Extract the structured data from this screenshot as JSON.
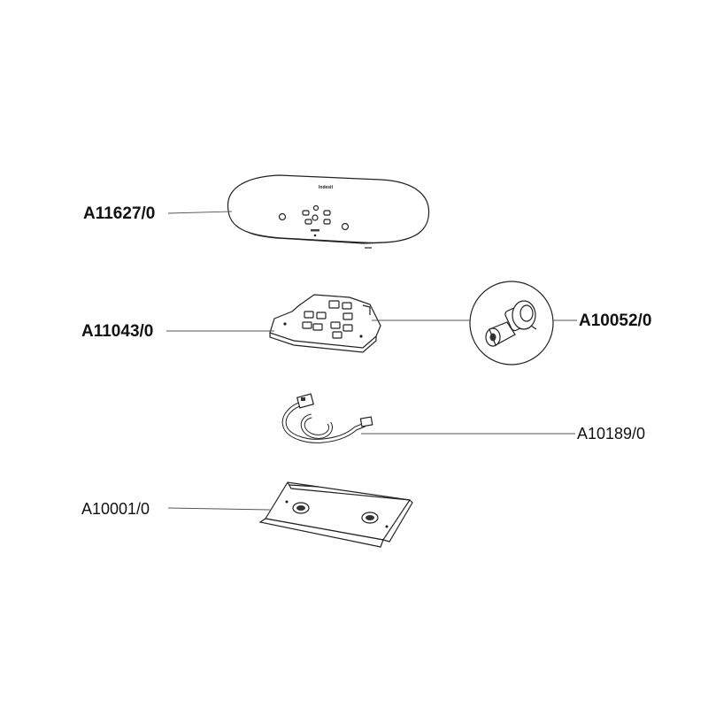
{
  "parts": [
    {
      "id": "top-cover",
      "part_number": "A11627/0",
      "bold": true
    },
    {
      "id": "control-board",
      "part_number": "A11043/0",
      "bold": true
    },
    {
      "id": "knob",
      "part_number": "A10052/0",
      "bold": true
    },
    {
      "id": "cable",
      "part_number": "A10189/0",
      "bold": false
    },
    {
      "id": "bracket",
      "part_number": "A10001/0",
      "bold": false
    }
  ],
  "cover_logo": "Indesit",
  "colors": {
    "line": "#222222",
    "leader": "#555555",
    "text": "#111111"
  }
}
